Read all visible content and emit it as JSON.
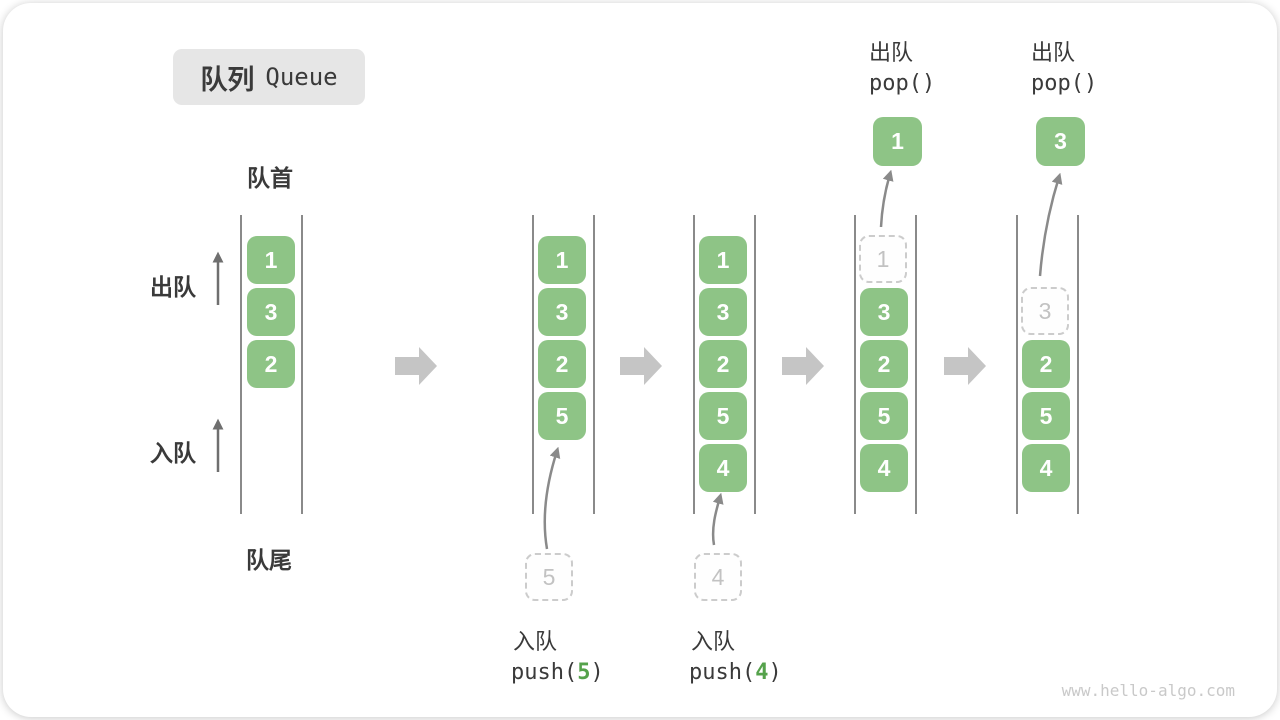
{
  "title": {
    "zh": "队列",
    "en": "Queue"
  },
  "labels": {
    "front": "队首",
    "tail": "队尾",
    "dequeue": "出队",
    "enqueue": "入队"
  },
  "ops": {
    "push5": {
      "name": "入队",
      "fn": "push(",
      "arg": "5",
      "close": ")"
    },
    "push4": {
      "name": "入队",
      "fn": "push(",
      "arg": "4",
      "close": ")"
    },
    "popA": {
      "name": "出队",
      "code": "pop()"
    },
    "popB": {
      "name": "出队",
      "code": "pop()"
    }
  },
  "states": [
    {
      "items": [
        "1",
        "3",
        "2"
      ]
    },
    {
      "items": [
        "1",
        "3",
        "2",
        "5"
      ],
      "incoming": "5"
    },
    {
      "items": [
        "1",
        "3",
        "2",
        "5",
        "4"
      ],
      "incoming": "4"
    },
    {
      "items": [
        "3",
        "2",
        "5",
        "4"
      ],
      "removed": "1",
      "popped": "1"
    },
    {
      "items": [
        "2",
        "5",
        "4"
      ],
      "removed": "3",
      "popped": "3"
    }
  ],
  "watermark": "www.hello-algo.com",
  "colors": {
    "item_green": "#8ec486",
    "code_arg_green": "#55a24b",
    "dashed_gray": "#cccccc",
    "block_arrow_gray": "#c5c5c5",
    "wall_gray": "#8a8a8a",
    "text_dark": "#3a3a3a",
    "title_bg": "#e6e6e6",
    "watermark_gray": "#c9c9c9"
  }
}
